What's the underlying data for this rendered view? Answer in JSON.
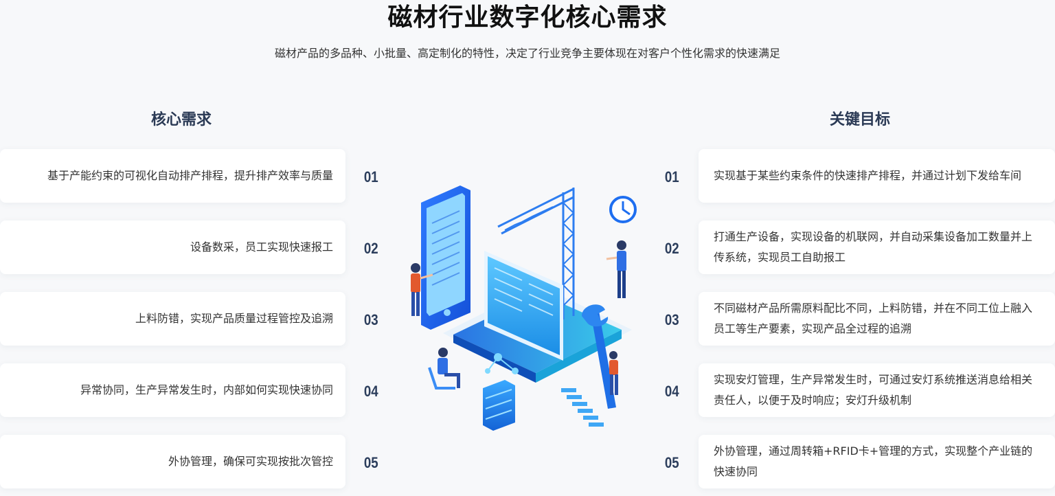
{
  "title": "磁材行业数字化核心需求",
  "subtitle": "磁材产品的多品种、小批量、高定制化的特性，决定了行业竞争主要体现在对客户个性化需求的快速满足",
  "left": {
    "heading": "核心需求",
    "items": [
      {
        "num": "01",
        "text": "基于产能约束的可视化自动排产排程，提升排产效率与质量"
      },
      {
        "num": "02",
        "text": "设备数采，员工实现快速报工"
      },
      {
        "num": "03",
        "text": "上料防错，实现产品质量过程管控及追溯"
      },
      {
        "num": "04",
        "text": "异常协同，生产异常发生时，内部如何实现快速协同"
      },
      {
        "num": "05",
        "text": "外协管理，确保可实现按批次管控"
      }
    ]
  },
  "right": {
    "heading": "关键目标",
    "items": [
      {
        "num": "01",
        "text": "实现基于某些约束条件的快速排产排程，并通过计划下发给车间"
      },
      {
        "num": "02",
        "text": "打通生产设备，实现设备的机联网，并自动采集设备加工数量并上传系统，实现员工自助报工"
      },
      {
        "num": "03",
        "text": "不同磁材产品所需原料配比不同，上料防错，并在不同工位上融入员工等生产要素，实现产品全过程的追溯"
      },
      {
        "num": "04",
        "text": "实现安灯管理，生产异常发生时，可通过安灯系统推送消息给相关责任人，以便于及时响应；安灯升级机制"
      },
      {
        "num": "05",
        "text": "外协管理，通过周转箱+RFID卡+管理的方式，实现整个产业链的快速协同"
      }
    ]
  },
  "colors": {
    "accent": "#1e88e5",
    "heading": "#2b3a55",
    "number": "#2c3e5c"
  }
}
